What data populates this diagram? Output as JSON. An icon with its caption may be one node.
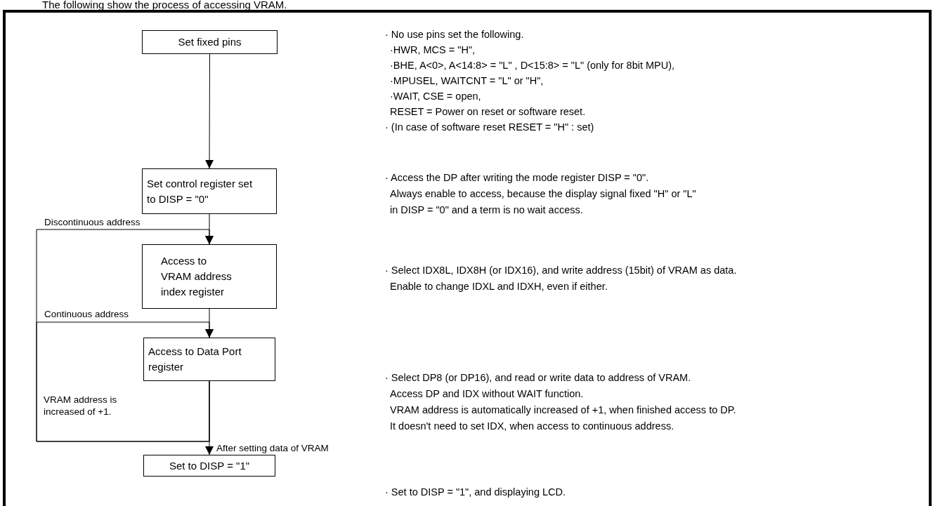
{
  "diagram": {
    "title": "The following show the process of accessing VRAM.",
    "nodes": [
      {
        "text": [
          "Set fixed pins"
        ]
      },
      {
        "text": [
          "Set control register set to DISP = \"0\""
        ]
      },
      {
        "text": [
          "Access to VRAM address index register"
        ]
      },
      {
        "text": [
          "Access to Data Port register"
        ]
      },
      {
        "text": [
          "Set to DISP = \"1\""
        ]
      }
    ],
    "edges": [
      {
        "from": 0,
        "to": 1,
        "arrow": "to"
      },
      {
        "from": 1,
        "to": 2,
        "arrow": "to"
      },
      {
        "from": 2,
        "to": 3,
        "arrow": "to"
      },
      {
        "from": 3,
        "to": 4,
        "arrow": "to",
        "label": "After setting data of VRAM"
      },
      {
        "from": 3,
        "to": 2,
        "arrow": "to",
        "label": "Discontinuous address"
      },
      {
        "from": 3,
        "to": 3,
        "arrow": "to",
        "label": "Continuous address"
      }
    ],
    "labels": [
      "· No use pins set the following.",
      "·HWR, MCS = \"H\",",
      "·BHE, A<0>, A<14:8> = \"L\" , D<15:8> = \"L\" (only for 8bit MPU),",
      "·MPUSEL, WAITCNT = \"L\" or \"H\",",
      "·WAIT, CSE = open,",
      "RESET = Power on reset or software reset.",
      "· (In case of software reset RESET = \"H\" : set)",
      "· Access the DP after writing the mode register DISP = \"0\".",
      "Always enable to access, because the display signal fixed \"H\" or \"L\"",
      "in DISP = \"0\" and a term is no wait access.",
      "· Select IDX8L, IDX8H (or IDX16), and write address (15bit) of VRAM as data.",
      "Enable to change IDXL and IDXH, even if either.",
      "VRAM address is increased of +1.",
      "· Select DP8 (or DP16), and read or write data to address of VRAM.",
      "Access DP and IDX without WAIT function.",
      "VRAM address is automatically increased of +1, when finished access to DP.",
      "It doesn't need to set IDX, when access to continuous address.",
      "· Set to DISP = \"1\", and displaying LCD."
    ]
  }
}
